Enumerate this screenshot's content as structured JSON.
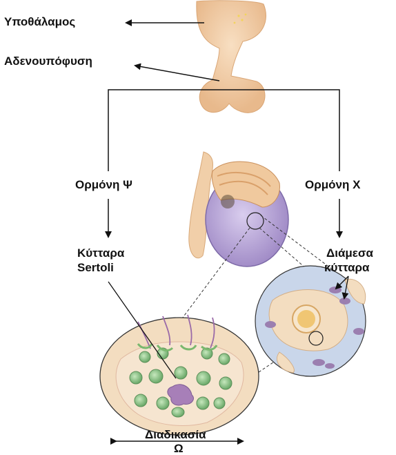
{
  "labels": {
    "hypothalamus": "Υποθάλαμος",
    "adenohypophysis": "Αδενουπόφυση",
    "hormone_psi": "Ορμόνη Ψ",
    "hormone_x": "Ορμόνη Χ",
    "sertoli_line1": "Κύτταρα",
    "sertoli_line2": "Sertoli",
    "interstitial_line1": "Διάμεσα",
    "interstitial_line2": "κύτταρα",
    "process_line1": "Διαδικασία",
    "process_line2": "Ω"
  },
  "colors": {
    "pituitary": "#f1cba4",
    "testis": "#b8a6d6",
    "tissue": "#f3ddc0",
    "cell_nucleus": "#8fc98a",
    "interstitial_bg": "#c9d6ea"
  }
}
